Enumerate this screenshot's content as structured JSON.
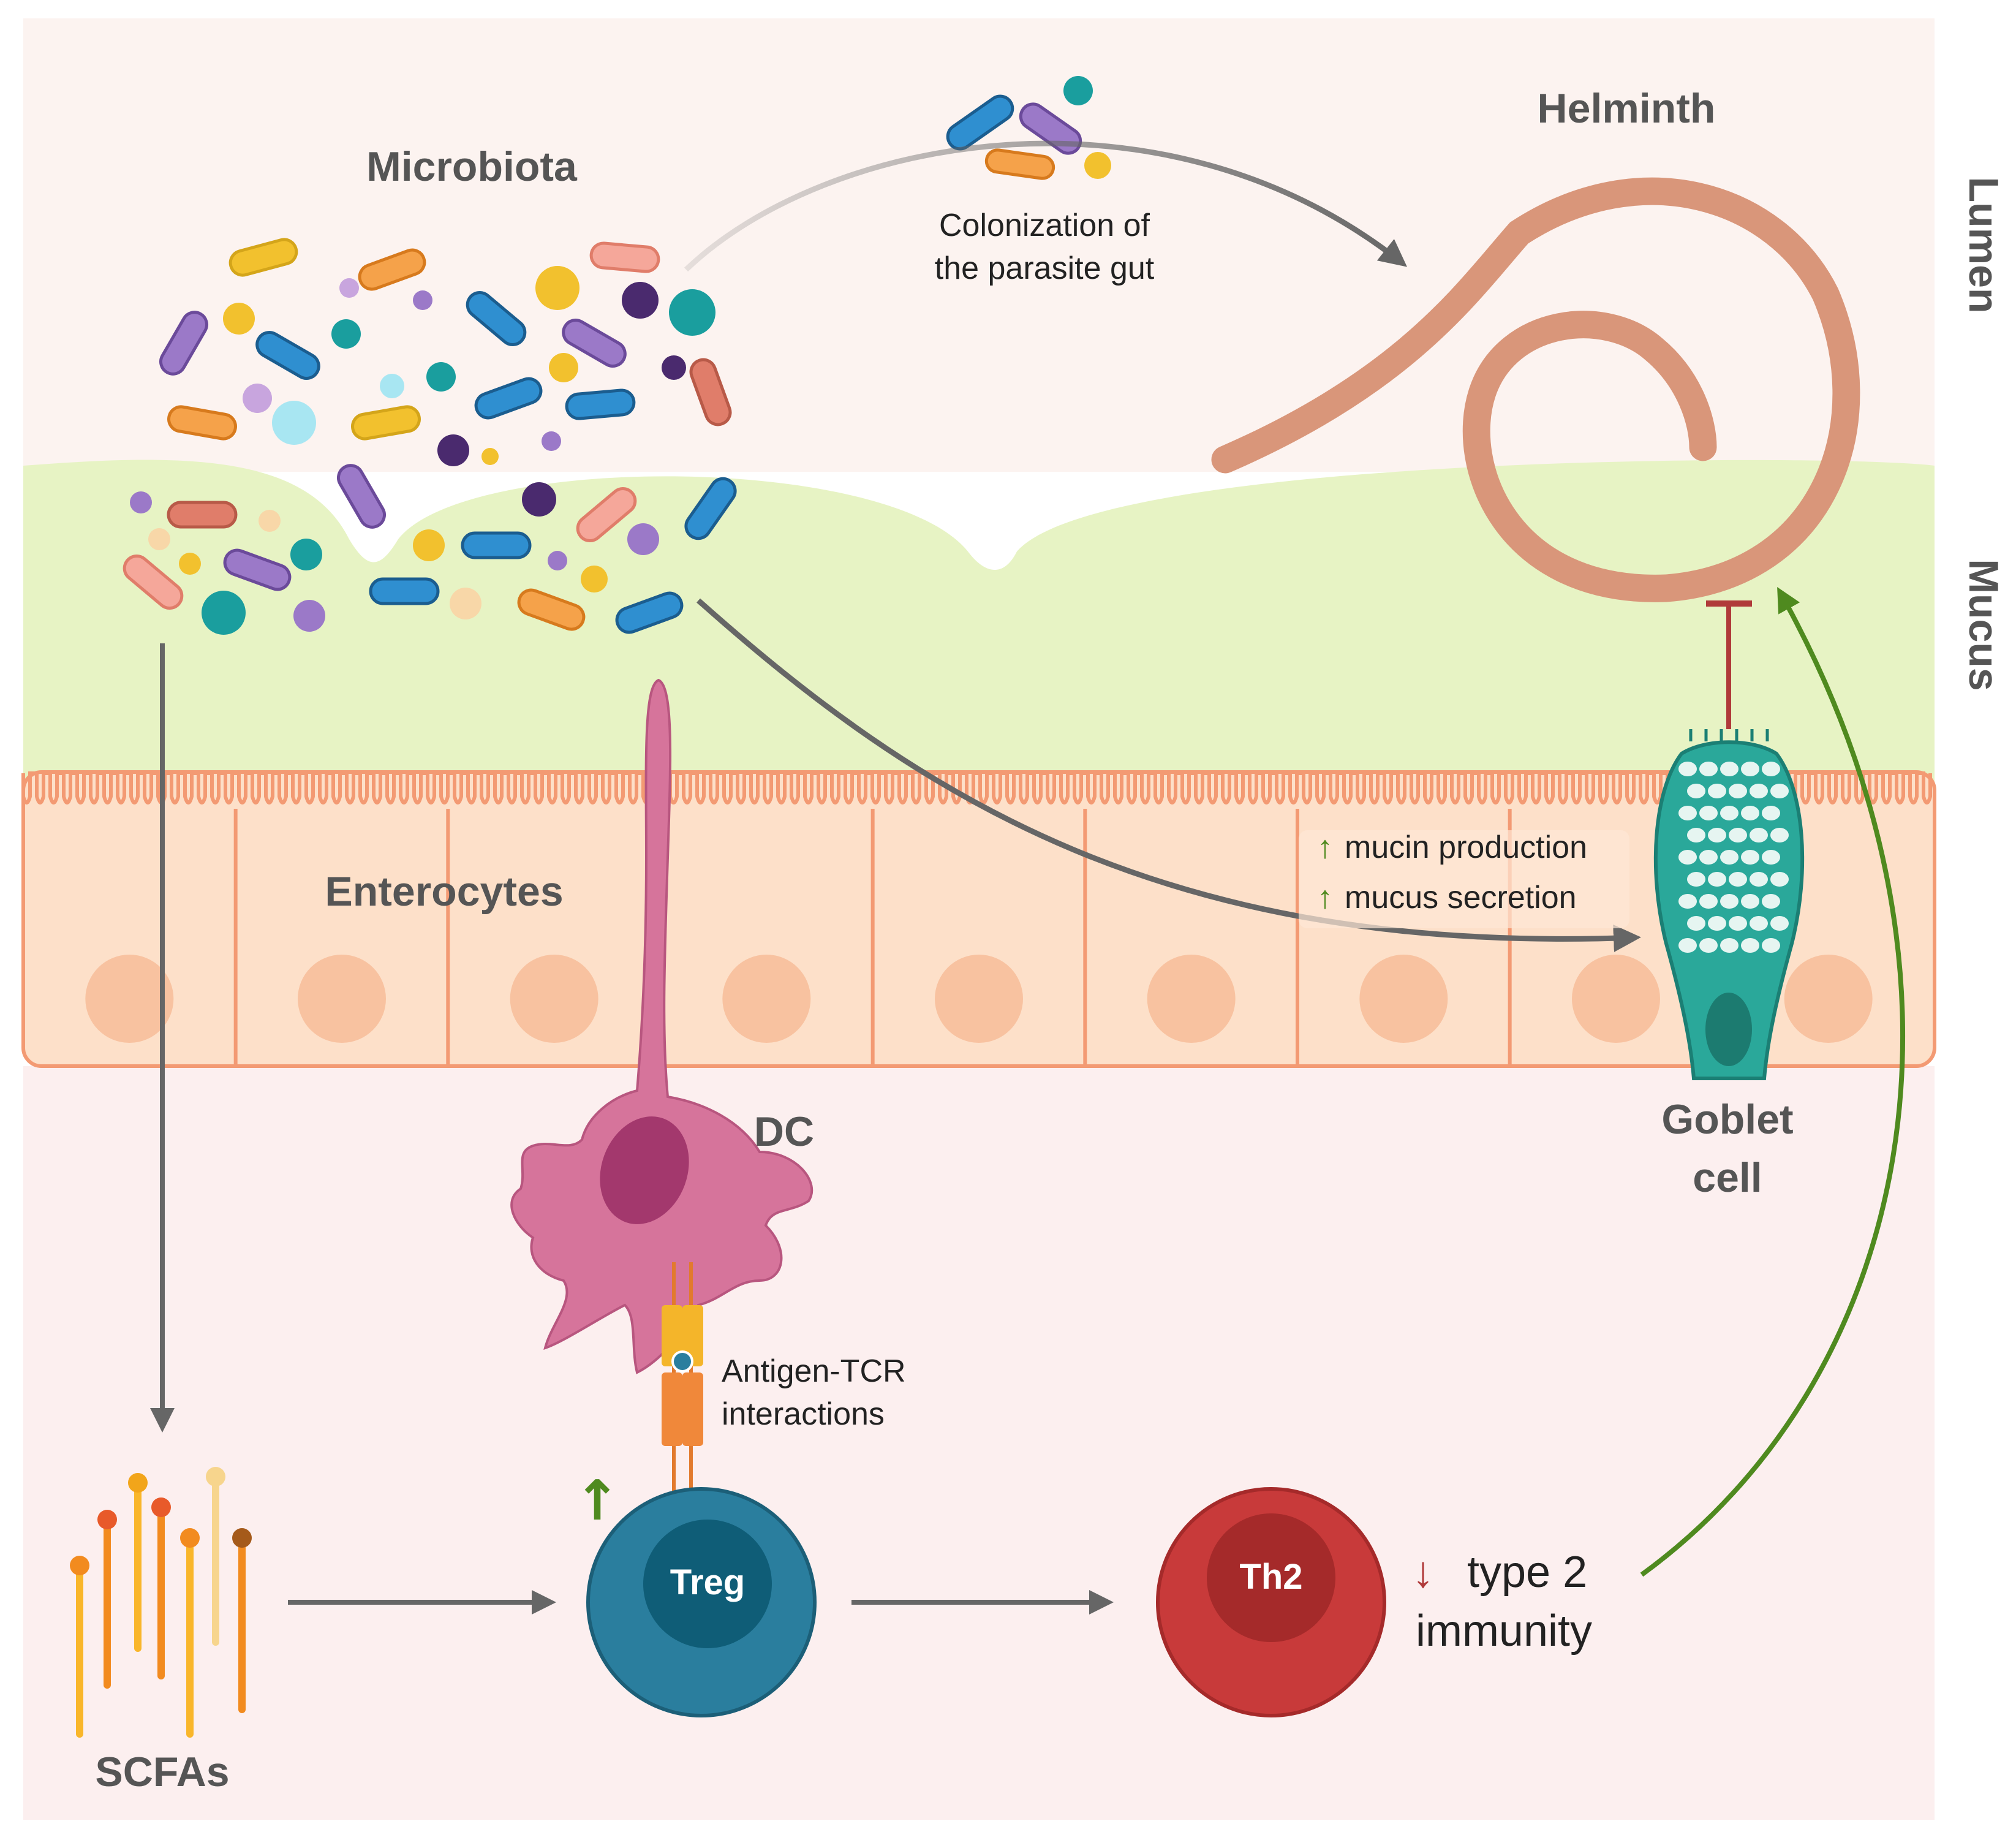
{
  "labels": {
    "microbiota": "Microbiota",
    "helminth": "Helminth",
    "colonization_line1": "Colonization of",
    "colonization_line2": "the parasite gut",
    "lumen": "Lumen",
    "mucus": "Mucus",
    "enterocytes": "Enterocytes",
    "mucin_production": "mucin production",
    "mucus_secretion": "mucus secretion",
    "goblet_line1": "Goblet",
    "goblet_line2": "cell",
    "dc": "DC",
    "antigen_line1": "Antigen-TCR",
    "antigen_line2": "interactions",
    "treg": "Treg",
    "th2": "Th2",
    "type2_line1": "type 2",
    "type2_line2": "immunity",
    "scfas": "SCFAs"
  },
  "symbols": {
    "up_arrow": "↑",
    "down_arrow": "↓"
  },
  "colors": {
    "lumen_bg": "#fcf3f0",
    "mucus_green": "#e7f3c4",
    "enterocyte_fill": "#fde0c9",
    "enterocyte_border": "#f39a73",
    "nucleus": "#f8c2a0",
    "goblet_cell": "#2aa89a",
    "dendritic_cell": "#d6749b",
    "treg": "#2a7e9e",
    "th2": "#c83a3a",
    "helminth": "#d9967a",
    "arrow_grey": "#666666",
    "arrow_green": "#4f8a1f",
    "inhibit_red": "#b03a3a"
  }
}
